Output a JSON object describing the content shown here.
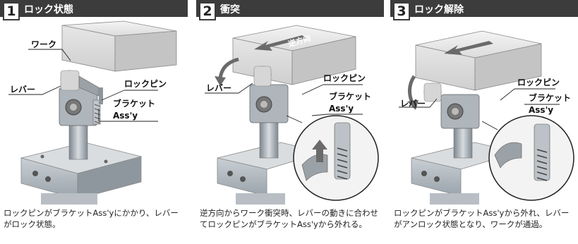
{
  "panels": [
    {
      "number": "1",
      "title": "ロック状態",
      "labels": {
        "work": "ワーク",
        "lever": "レバー",
        "lock_pin": "ロックピン",
        "bracket_line1": "ブラケット",
        "bracket_line2": "Ass'y"
      },
      "caption": "ロックピンがブラケットAss'yにかかり、レバーがロック状態。"
    },
    {
      "number": "2",
      "title": "衝突",
      "labels": {
        "reverse_direction": "逆方向",
        "lever": "レバー",
        "lock_pin": "ロックピン",
        "bracket_line1": "ブラケット",
        "bracket_line2": "Ass'y"
      },
      "caption": "逆方向からワーク衝突時、レバーの動きに合わせてロックピンがブラケットAss'yから外れる。"
    },
    {
      "number": "3",
      "title": "ロック解除",
      "labels": {
        "lever": "レバー",
        "lock_pin": "ロックピン",
        "bracket_line1": "ブラケット",
        "bracket_line2": "Ass'y"
      },
      "caption": "ロックピンがブラケットAss'yから外れ、レバーがアンロック状態となり、ワークが通過。"
    }
  ],
  "colors": {
    "header_bg": "#3c3c3c",
    "header_text": "#ffffff",
    "work_face": "#e2e2e2",
    "arrow": "#6a6a6a",
    "metal": "#9aa3ab"
  }
}
